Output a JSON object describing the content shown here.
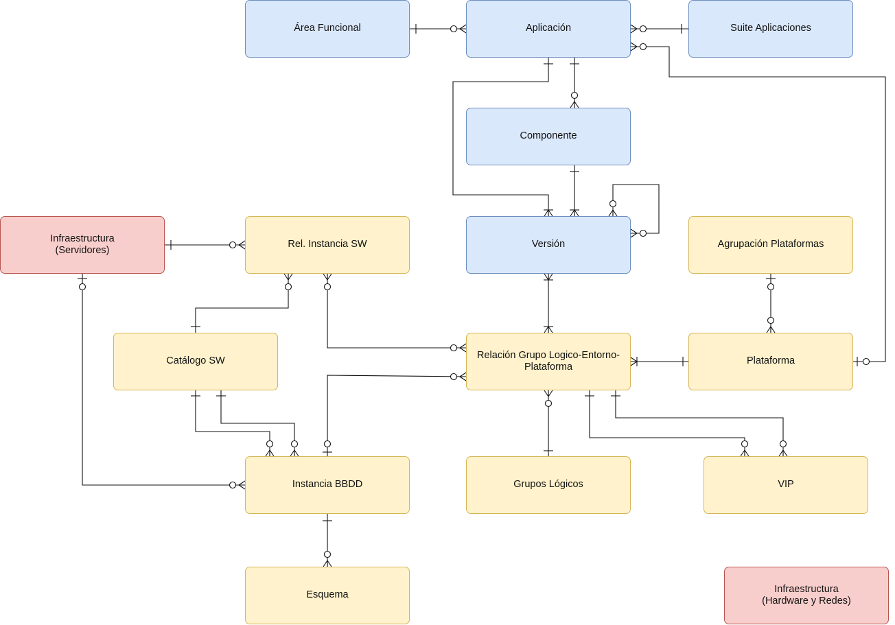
{
  "entities": {
    "area_funcional": "Área Funcional",
    "aplicacion": "Aplicación",
    "suite_aplicaciones": "Suite Aplicaciones",
    "componente": "Componente",
    "infra_servidores": "Infraestructura\n(Servidores)",
    "rel_instancia_sw": "Rel. Instancia SW",
    "version": "Versión",
    "agrupacion_plataformas": "Agrupación Plataformas",
    "catalogo_sw": "Catálogo SW",
    "relacion_grupo": "Relación Grupo Logico-Entorno-Plataforma",
    "plataforma": "Plataforma",
    "instancia_bbdd": "Instancia BBDD",
    "grupos_logicos": "Grupos Lógicos",
    "vip": "VIP",
    "esquema": "Esquema",
    "infra_hw_redes": "Infraestructura\n(Hardware y Redes)"
  },
  "colors": {
    "blue_fill": "#dae8fc",
    "yellow_fill": "#fff2cc",
    "red_fill": "#f8cecc"
  }
}
